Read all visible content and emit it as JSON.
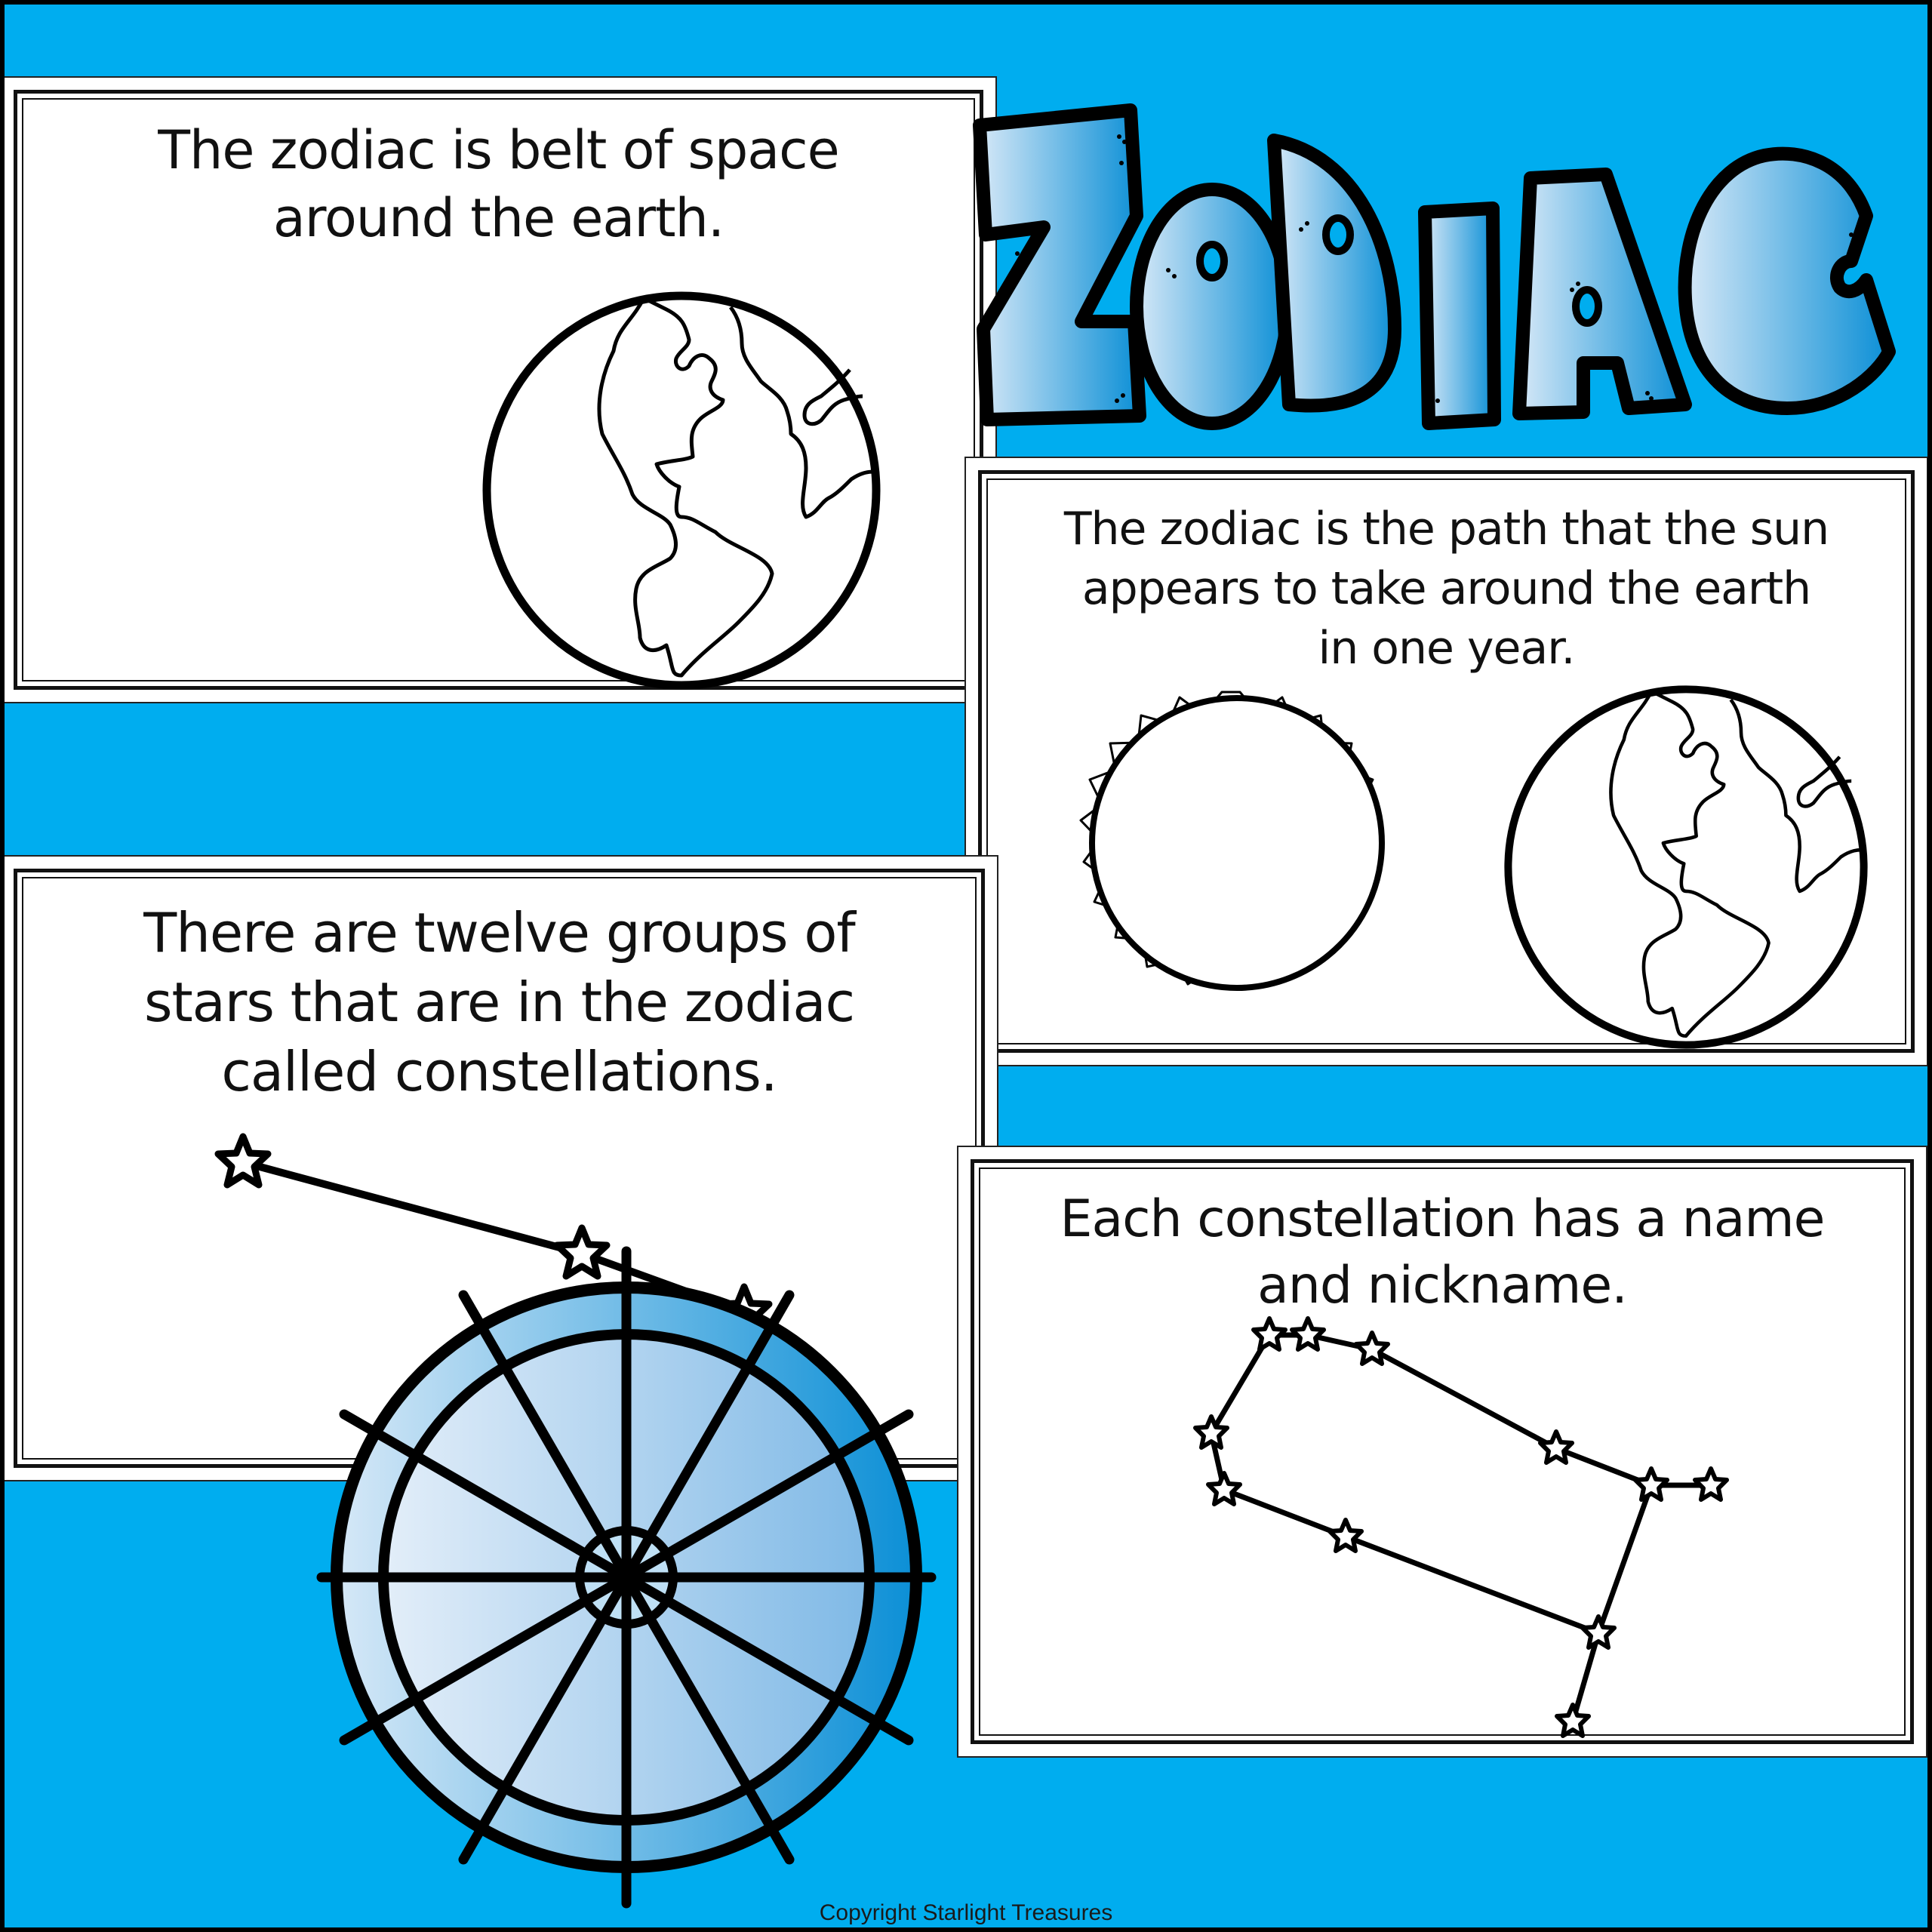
{
  "theme": {
    "background": "#00adef",
    "outline": "#000000",
    "card": "#ffffff",
    "gradient_light": "#d6e8f7",
    "gradient_dark": "#0b8fd6"
  },
  "title": {
    "text": "ZODIAC",
    "letters": [
      "Z",
      "O",
      "D",
      "I",
      "A",
      "C"
    ]
  },
  "cards": [
    {
      "id": "belt-of-space",
      "lines": [
        "The zodiac is belt of space",
        "around the earth."
      ],
      "illustrations": [
        "earth-icon"
      ]
    },
    {
      "id": "path-of-sun",
      "lines": [
        "The zodiac is the path that the sun",
        "appears to take around the earth",
        "in one year."
      ],
      "illustrations": [
        "sun-icon",
        "earth-icon"
      ]
    },
    {
      "id": "twelve-groups",
      "lines": [
        "There are twelve groups of",
        "stars that are in the zodiac",
        "called constellations."
      ],
      "illustrations": [
        "constellation-line-icon",
        "zodiac-wheel-icon"
      ]
    },
    {
      "id": "name-and-nickname",
      "lines": [
        "Each constellation has a name",
        "and nickname."
      ],
      "illustrations": [
        "gemini-constellation-icon"
      ]
    }
  ],
  "zodiac_wheel": {
    "segments": 12
  },
  "footer": {
    "copyright": "Copyright Starlight Treasures"
  }
}
